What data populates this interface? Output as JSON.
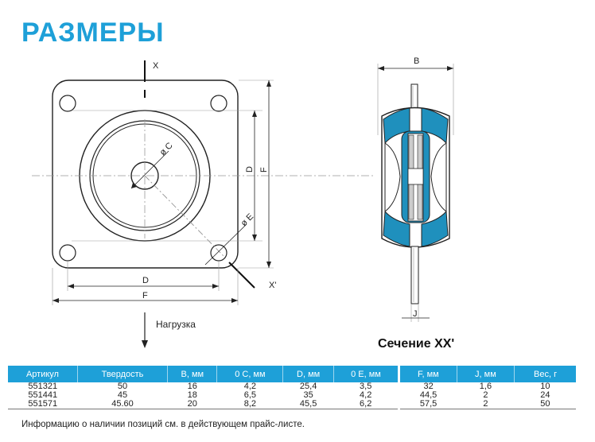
{
  "title": "РАЗМЕРЫ",
  "drawing": {
    "axis_x": "X",
    "axis_x_prime": "X'",
    "dim_c": "ø C",
    "dim_e": "ø E",
    "dim_d": "D",
    "dim_f": "F",
    "dim_b": "B",
    "dim_j": "J",
    "load": "Нагрузка",
    "section_caption": "Сечение XX'"
  },
  "table_left": {
    "headers": [
      "Артикул",
      "Твердость",
      "B, мм",
      "0 C, мм",
      "D, мм",
      "0 E, мм"
    ],
    "rows": [
      [
        "551321",
        "50",
        "16",
        "4,2",
        "25,4",
        "3,5"
      ],
      [
        "551441",
        "45",
        "18",
        "6,5",
        "35",
        "4,2"
      ],
      [
        "551571",
        "45.60",
        "20",
        "8,2",
        "45,5",
        "6,2"
      ]
    ]
  },
  "table_right": {
    "headers": [
      "F, мм",
      "J, мм",
      "Вес, г"
    ],
    "rows": [
      [
        "32",
        "1,6",
        "10"
      ],
      [
        "44,5",
        "2",
        "24"
      ],
      [
        "57,5",
        "2",
        "50"
      ]
    ]
  },
  "footnote": "Информацию о наличии позиций см. в действующем прайс-листе.",
  "colors": {
    "accent": "#1ea0d8",
    "rubber": "#1f90bd"
  }
}
